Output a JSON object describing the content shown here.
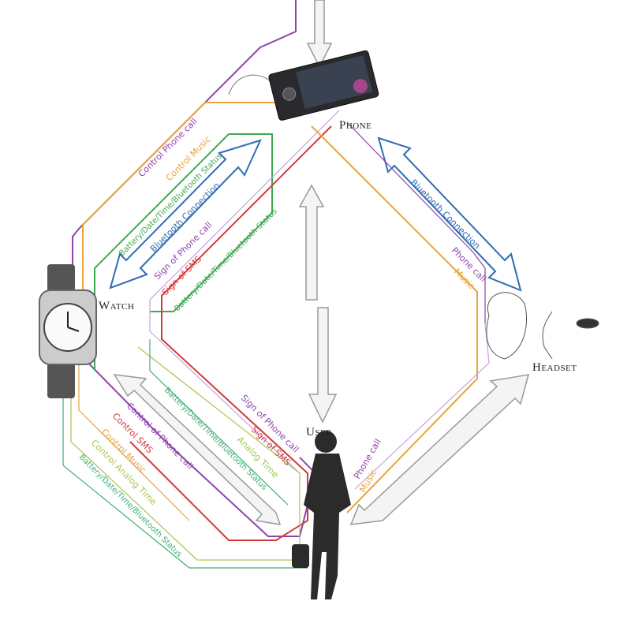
{
  "devices": {
    "phone": "Phone",
    "watch": "Watch",
    "headset": "Headset",
    "user": "User"
  },
  "colors": {
    "purple": "#8e44ad",
    "orange": "#e8a33a",
    "green": "#3fa84e",
    "blue": "#2f6db5",
    "red": "#d23a3a",
    "lime": "#a9c54f",
    "teal": "#3fae78",
    "gray": "#888888"
  },
  "labels": {
    "watch_phone": [
      "Control Phone call",
      "Control Music",
      "Battery/Date/Time/Bluetooth Status",
      "Bluetooth   Connection",
      "Sign of Phone call",
      "Sign of SMS",
      "Battery/Date/Time/Bluetooth Status"
    ],
    "phone_headset": [
      "Bluetooth   Connection",
      "Phone call",
      "Music"
    ],
    "watch_user": [
      "Control of Phone call",
      "Control SMS",
      "Control Music",
      "Control Analog Time",
      "Battery/Date/Time/Bluetooth Status"
    ],
    "phone_user": [
      "Sign of Phone call",
      "Sign of SMS",
      "Analog Time",
      "Battery/Date/Time/Bluetooth Status"
    ],
    "headset_user": [
      "Phone call",
      "Music"
    ]
  }
}
